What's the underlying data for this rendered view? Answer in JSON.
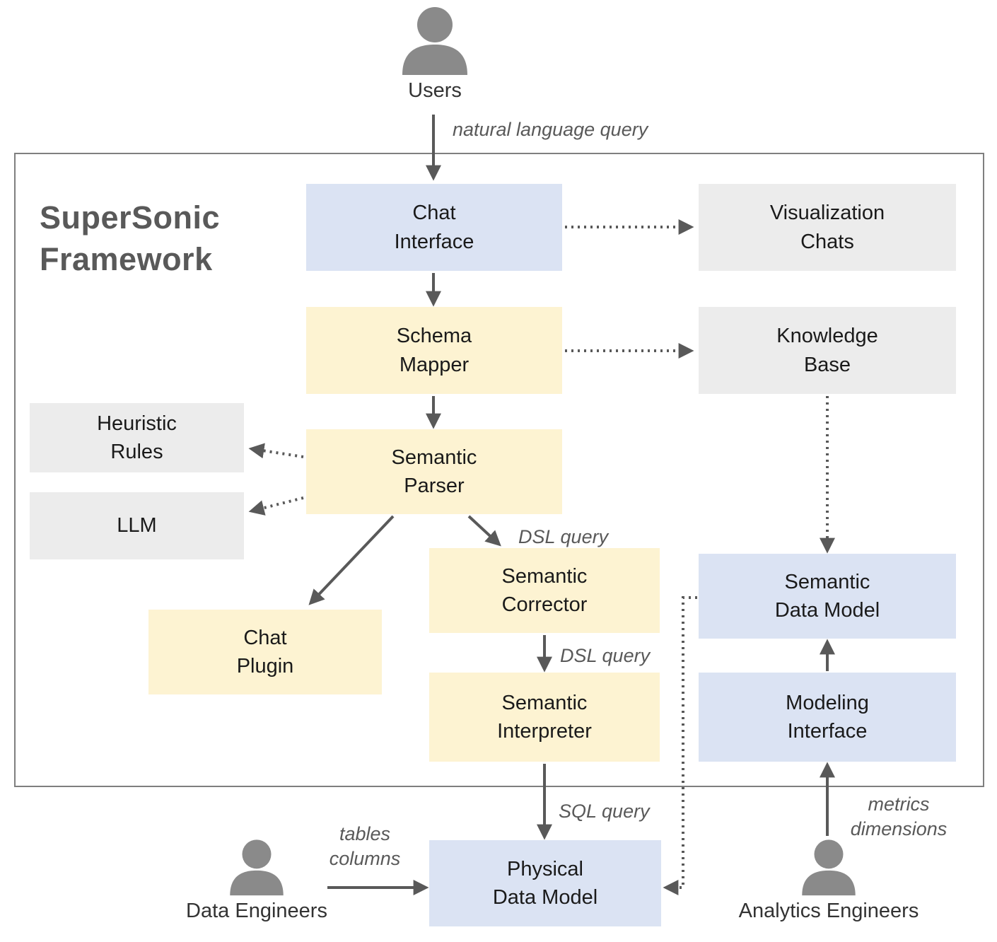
{
  "title": "SuperSonic\nFramework",
  "actors": {
    "users": "Users",
    "data_engineers": "Data Engineers",
    "analytics_engineers": "Analytics Engineers"
  },
  "nodes": {
    "chat_interface": "Chat\nInterface",
    "visualization_chats": "Visualization\nChats",
    "schema_mapper": "Schema\nMapper",
    "knowledge_base": "Knowledge\nBase",
    "heuristic_rules": "Heuristic\nRules",
    "llm": "LLM",
    "semantic_parser": "Semantic\nParser",
    "chat_plugin": "Chat\nPlugin",
    "semantic_corrector": "Semantic\nCorrector",
    "semantic_interpreter": "Semantic\nInterpreter",
    "semantic_data_model": "Semantic\nData Model",
    "modeling_interface": "Modeling\nInterface",
    "physical_data_model": "Physical\nData Model"
  },
  "edge_labels": {
    "natural_language_query": "natural language query",
    "dsl_query_parser": "DSL query",
    "dsl_query_corrector": "DSL query",
    "sql_query": "SQL query",
    "tables_columns": "tables\ncolumns",
    "metrics_dimensions": "metrics\ndimensions"
  },
  "colors": {
    "node-blue": "#dbe3f3",
    "node-yellow": "#fdf3d2",
    "node-gray": "#ececec",
    "arrow": "#595959",
    "frame-border": "#7f7f7f",
    "title-text": "#595959",
    "label-text": "#595959",
    "node-text": "#1a1a1a",
    "person": "#8a8a8a"
  }
}
